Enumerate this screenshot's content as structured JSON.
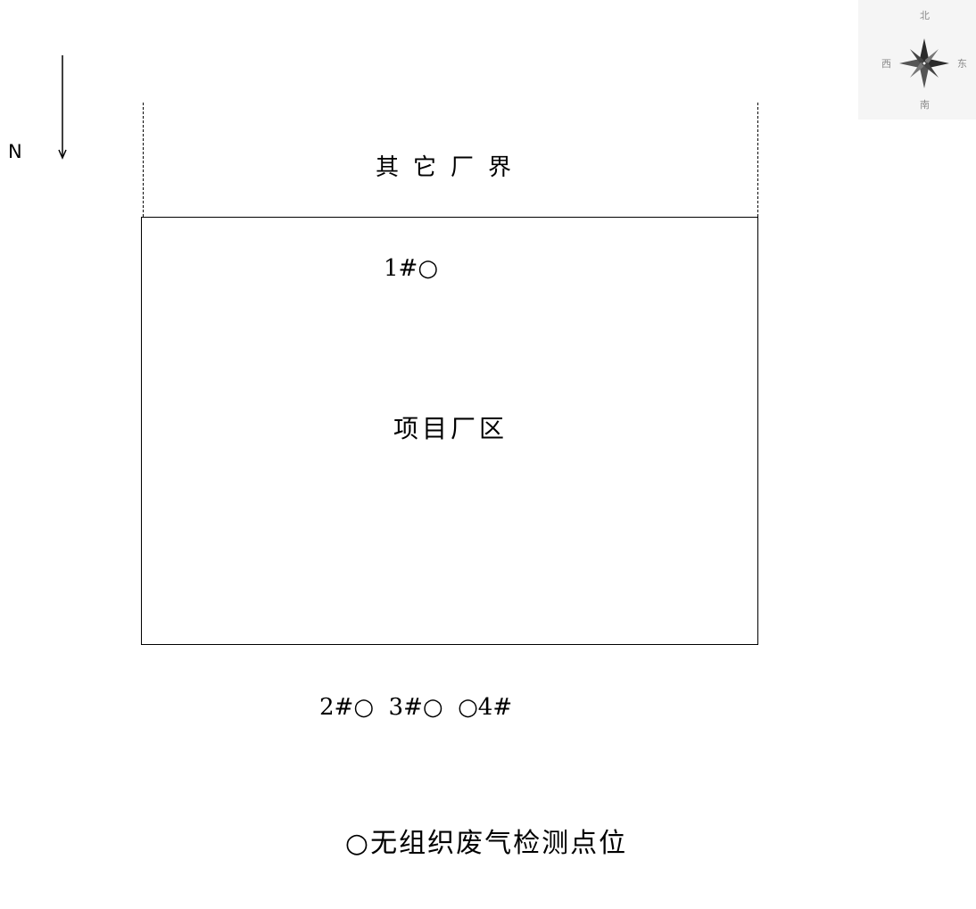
{
  "compass": {
    "north": "北",
    "south": "南",
    "east": "东",
    "west": "西"
  },
  "north_indicator": {
    "letter": "N"
  },
  "diagram": {
    "other_boundary_label": "其它厂界",
    "site_label": "项目厂区",
    "point_1": "1#○",
    "points_bottom": "2#○  3#○  ○4#",
    "legend": "○无组织废气检测点位"
  }
}
